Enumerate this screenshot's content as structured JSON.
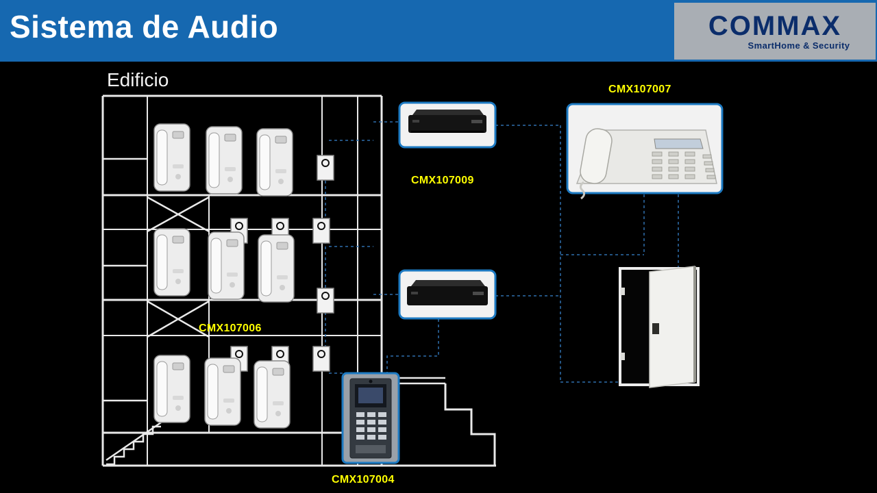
{
  "header": {
    "title": "Sistema de Audio",
    "logo": {
      "brand": "COMMAX",
      "tagline": "SmartHome & Security"
    }
  },
  "diagram": {
    "building_label": "Edificio",
    "devices": {
      "desk_phone": {
        "label": "CMX107007",
        "name": "guard-desk-interphone"
      },
      "audio_distributor": {
        "label": "CMX107009",
        "name": "audio-distributor-unit"
      },
      "intercom_handset": {
        "label": "CMX107006",
        "name": "apartment-audio-intercom"
      },
      "door_station": {
        "label": "CMX107004",
        "name": "entrance-door-station"
      }
    },
    "colors": {
      "header_blue": "#1668b0",
      "label_yellow": "#ffff00",
      "highlight_border": "#1d7ac2",
      "connection_line": "#2f6fad",
      "building_line": "#e9e9e9",
      "background": "#000000"
    }
  }
}
